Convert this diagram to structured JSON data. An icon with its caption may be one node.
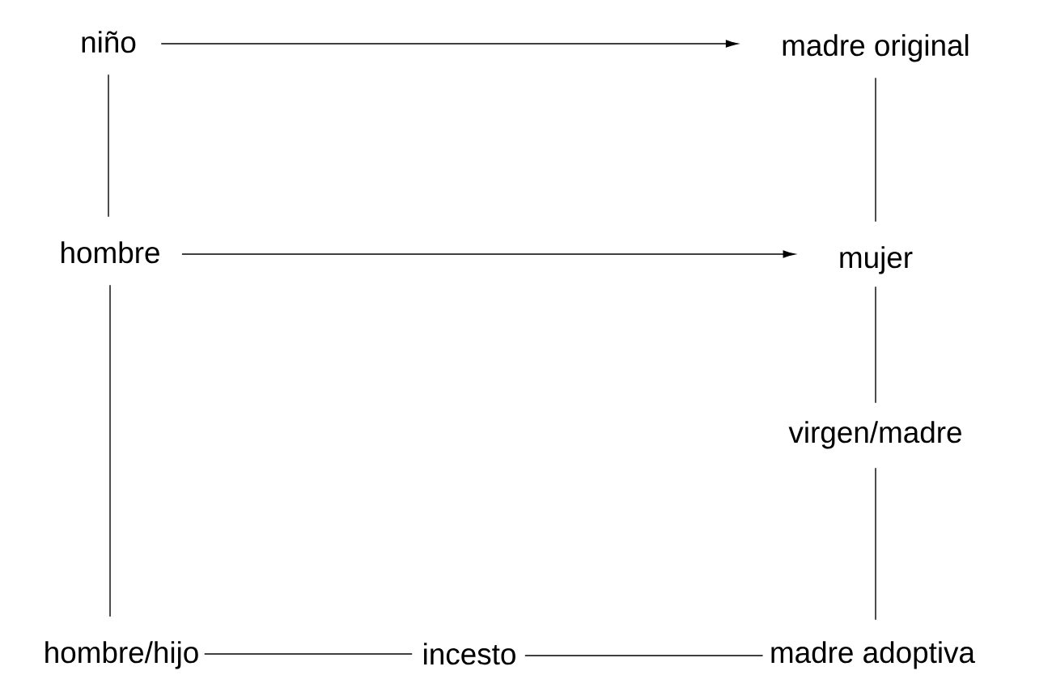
{
  "diagram": {
    "nodes": [
      {
        "text": [
          "niño"
        ]
      },
      {
        "text": [
          "madre original"
        ]
      },
      {
        "text": [
          "hombre"
        ]
      },
      {
        "text": [
          "mujer"
        ]
      },
      {
        "text": [
          "virgen/madre"
        ]
      },
      {
        "text": [
          "hombre/hijo"
        ]
      },
      {
        "text": [
          "incesto"
        ]
      },
      {
        "text": [
          "madre adoptiva"
        ]
      }
    ],
    "edges": [
      {
        "from": 0,
        "to": 1,
        "arrow": "to"
      },
      {
        "from": 0,
        "to": 2,
        "arrow": "none"
      },
      {
        "from": 1,
        "to": 3,
        "arrow": "none"
      },
      {
        "from": 2,
        "to": 3,
        "arrow": "to"
      },
      {
        "from": 3,
        "to": 4,
        "arrow": "none"
      },
      {
        "from": 2,
        "to": 5,
        "arrow": "none"
      },
      {
        "from": 4,
        "to": 7,
        "arrow": "none"
      },
      {
        "from": 5,
        "to": 6,
        "arrow": "none"
      },
      {
        "from": 6,
        "to": 7,
        "arrow": "none"
      }
    ]
  }
}
